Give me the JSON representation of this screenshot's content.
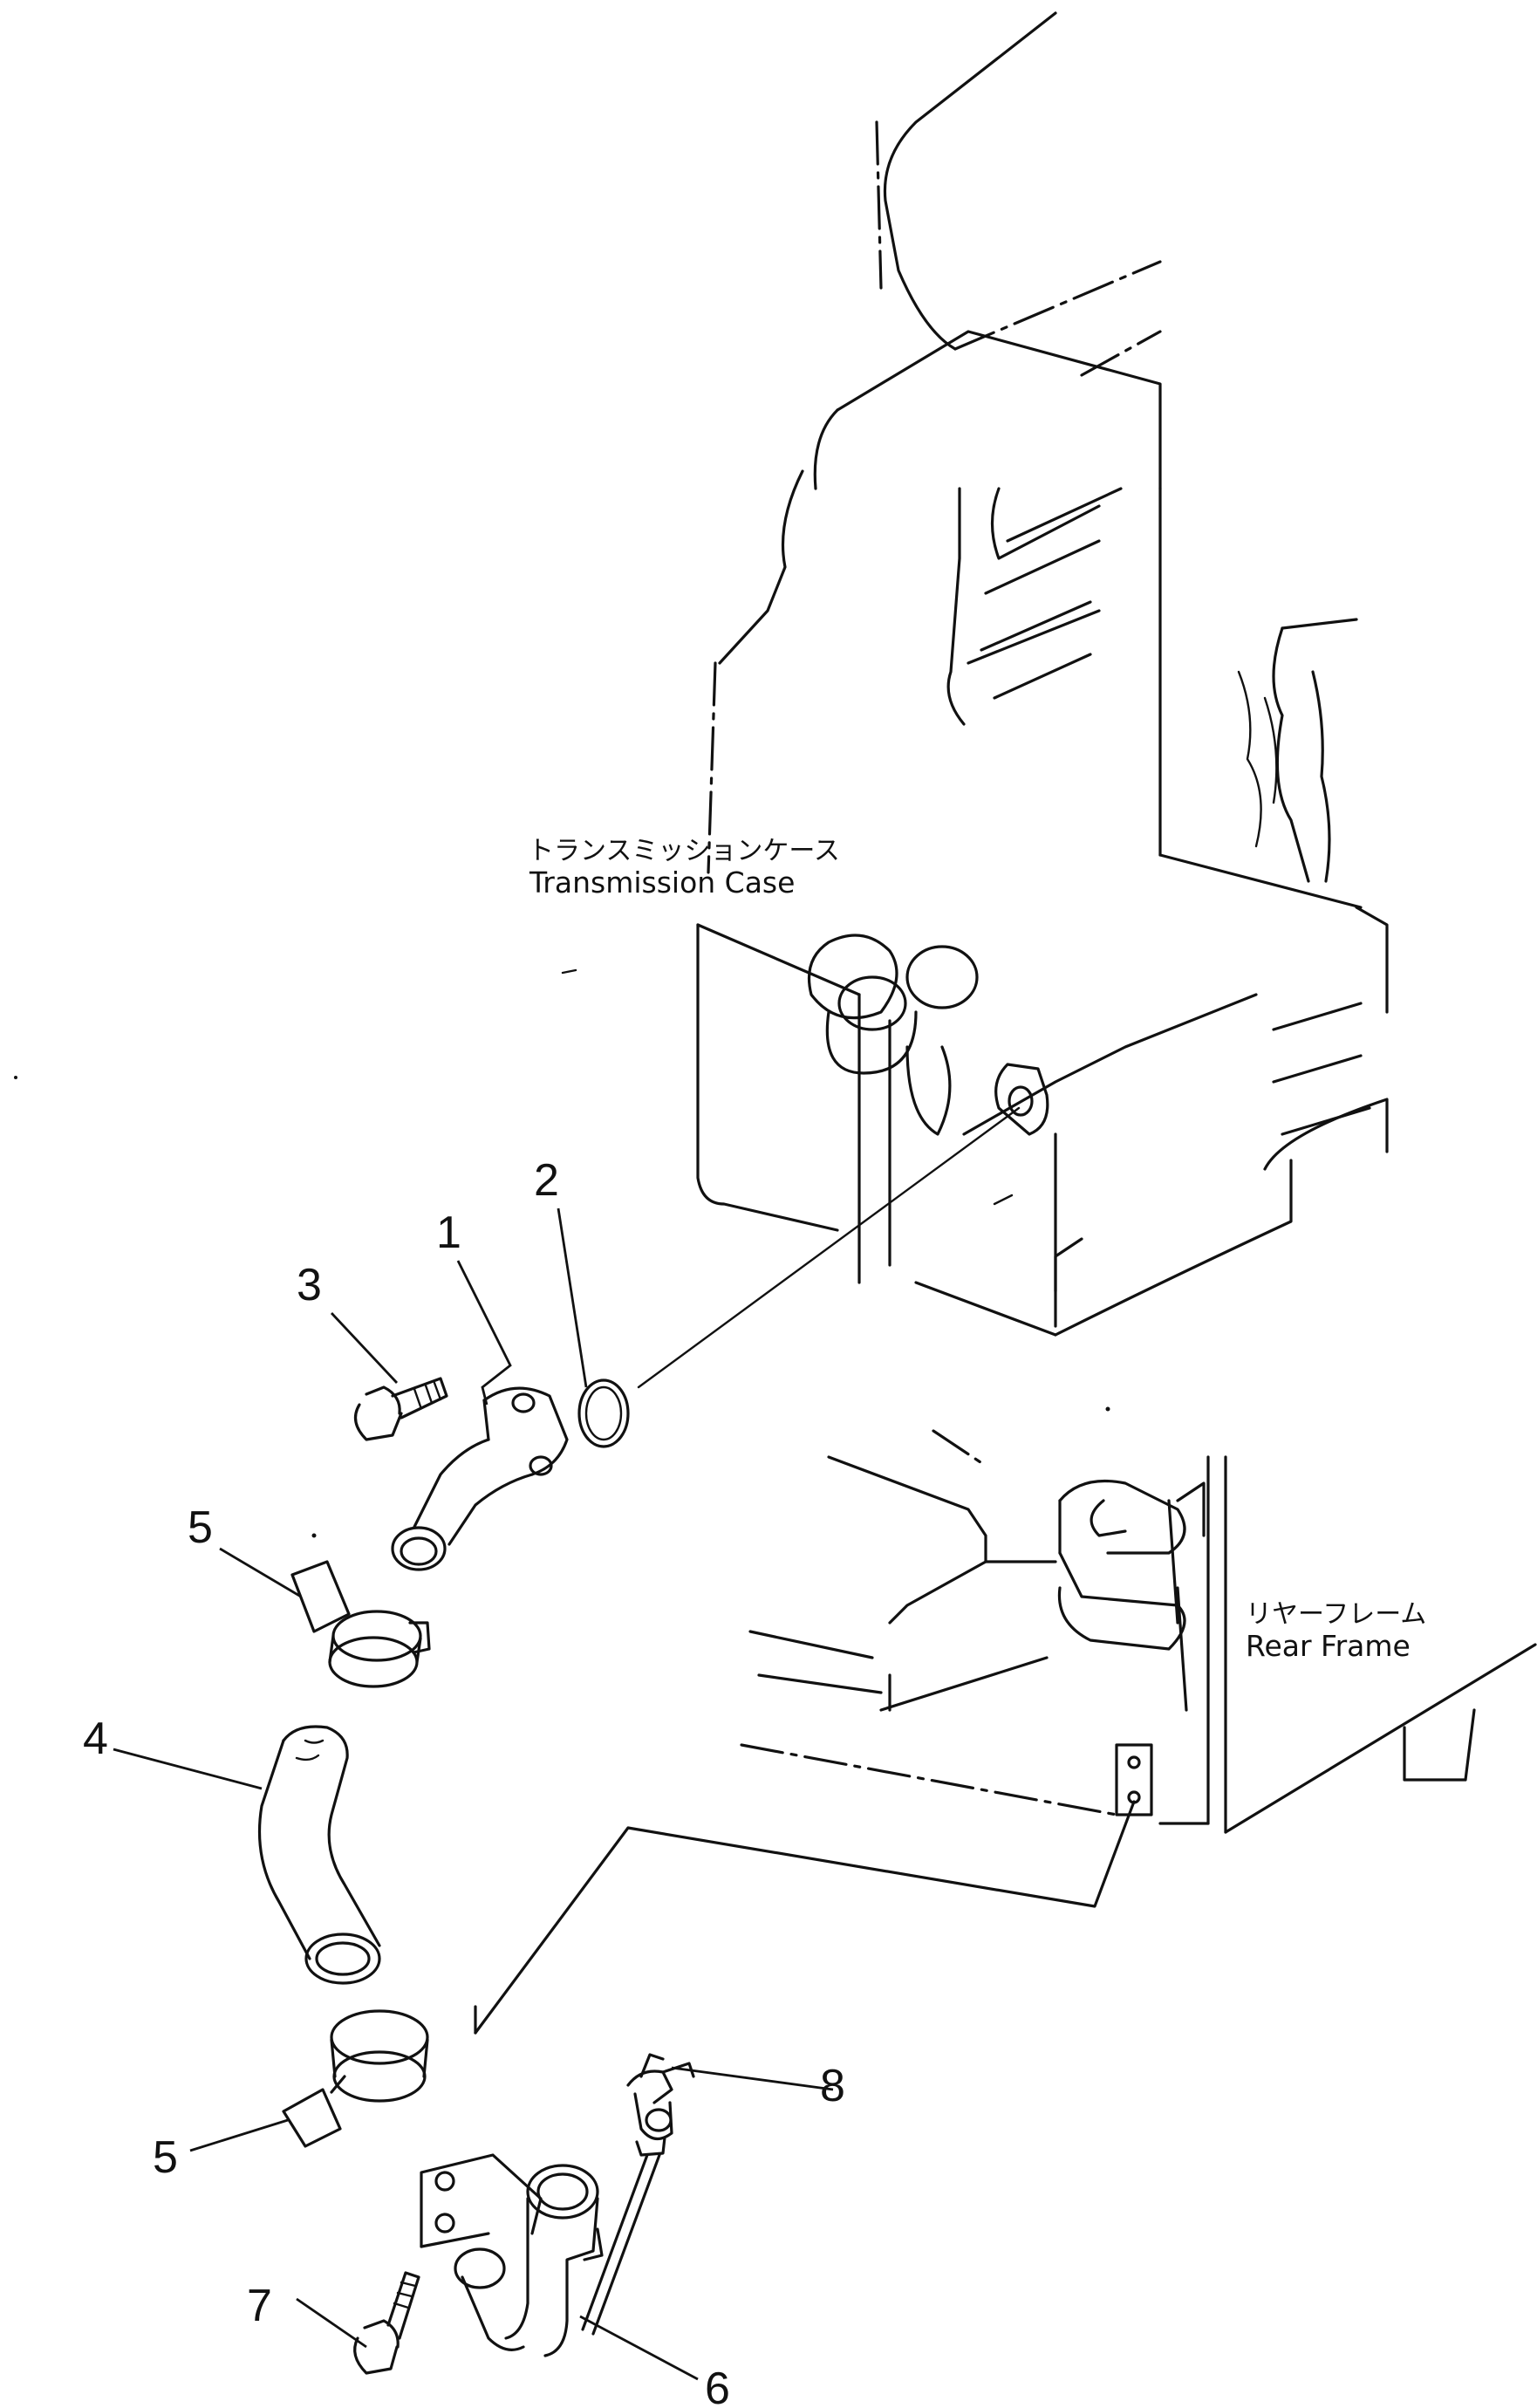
{
  "labels": {
    "transmission_case_jp": "トランスミッションケース",
    "transmission_case_en": "Transmission Case",
    "rear_frame_jp": "リヤーフレーム",
    "rear_frame_en": "Rear Frame"
  },
  "callouts": {
    "n1": "1",
    "n2": "2",
    "n3": "3",
    "n4": "4",
    "n5a": "5",
    "n5b": "5",
    "n6": "6",
    "n7": "7",
    "n8": "8"
  }
}
